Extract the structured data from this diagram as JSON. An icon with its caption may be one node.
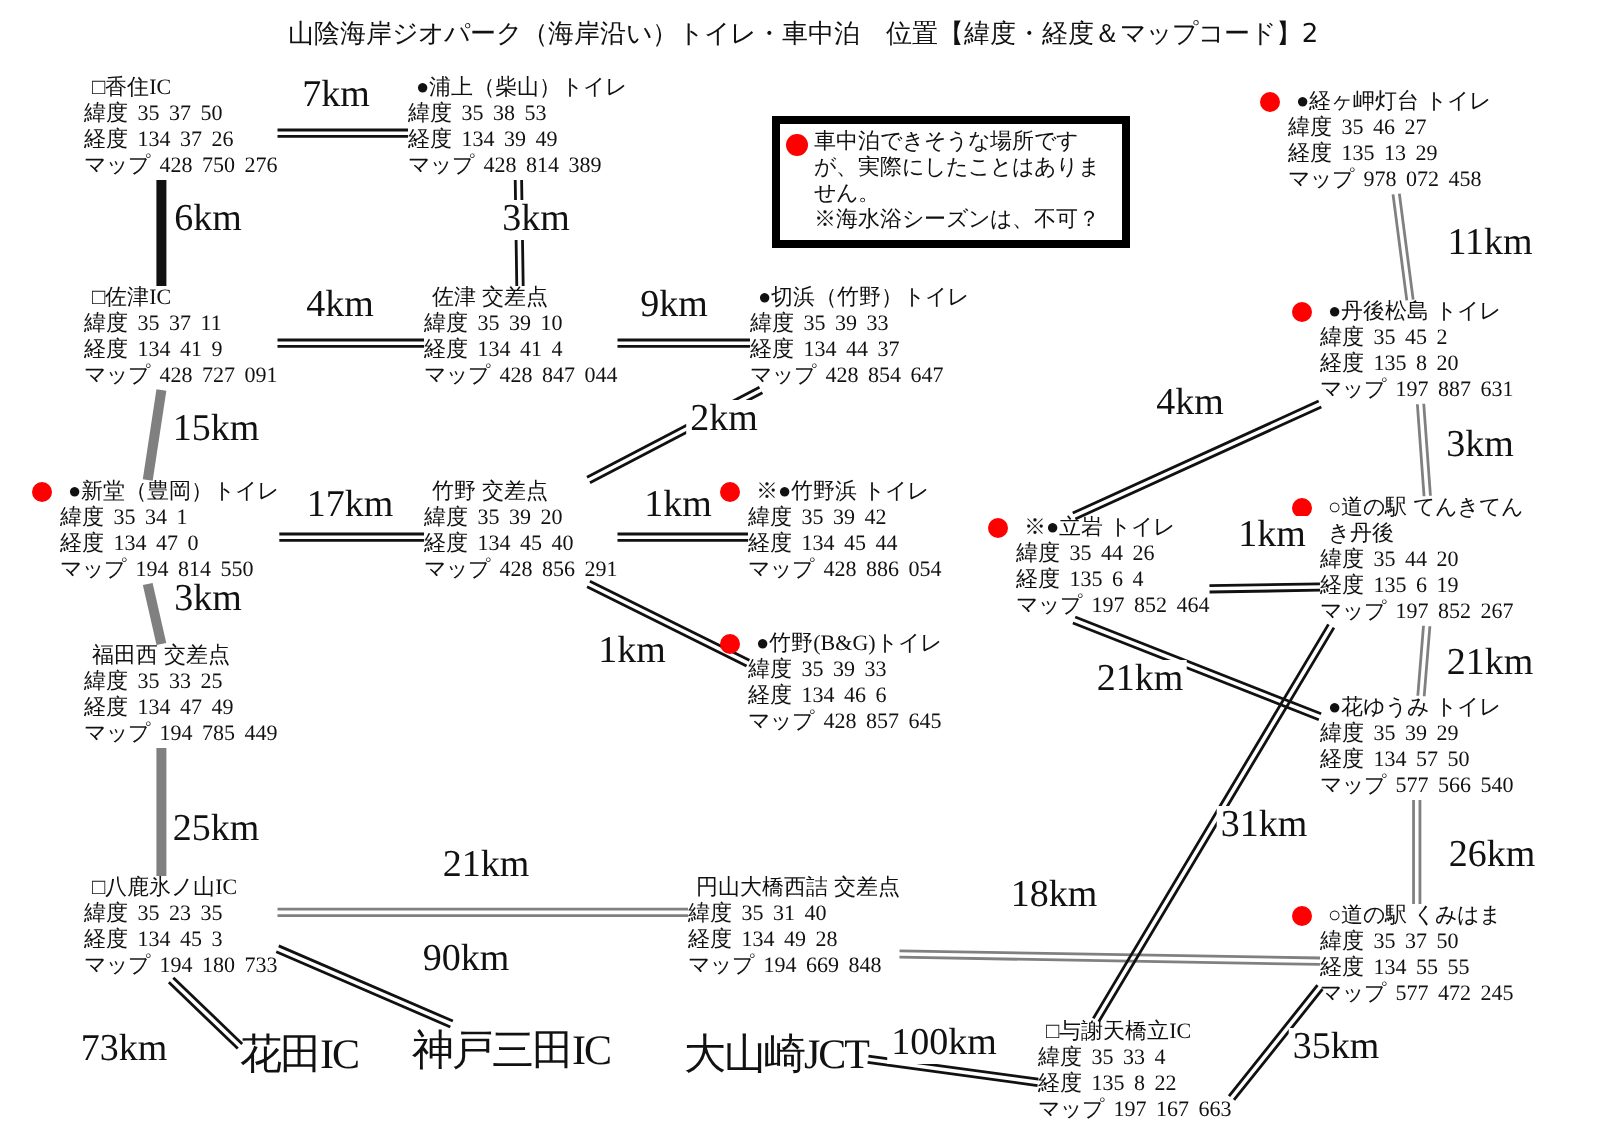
{
  "diagram": {
    "title": "山陰海岸ジオパーク（海岸沿い）トイレ・車中泊　位置【緯度・経度＆マップコード】2",
    "nodes": [
      {
        "text": [
          "□香住IC",
          "緯度 35 37 50",
          "経度 134 37 26",
          "マップ 428 750 276"
        ]
      },
      {
        "text": [
          "●浦上（柴山）トイレ",
          "緯度 35 38 53",
          "経度 134 39 49",
          "マップ 428 814 389"
        ]
      },
      {
        "text": [
          "□佐津IC",
          "緯度 35 37 11",
          "経度 134 41 9",
          "マップ 428 727 091"
        ]
      },
      {
        "text": [
          "佐津 交差点",
          "緯度 35 39 10",
          "経度 134 41 4",
          "マップ 428 847 044"
        ]
      },
      {
        "text": [
          "●切浜（竹野）トイレ",
          "緯度 35 39 33",
          "経度 134 44 37",
          "マップ 428 854 647"
        ]
      },
      {
        "text": [
          "●新堂（豊岡）トイレ",
          "緯度 35 34 1",
          "経度 134 47 0",
          "マップ 194 814 550"
        ]
      },
      {
        "text": [
          "竹野 交差点",
          "緯度 35 39 20",
          "経度 134 45 40",
          "マップ 428 856 291"
        ]
      },
      {
        "text": [
          "※●竹野浜 トイレ",
          "緯度 35 39 42",
          "経度 134 45 44",
          "マップ 428 886 054"
        ]
      },
      {
        "text": [
          "●竹野(B&G)トイレ",
          "緯度 35 39 33",
          "経度 134 46 6",
          "マップ 428 857 645"
        ]
      },
      {
        "text": [
          "福田西 交差点",
          "緯度 35 33 25",
          "経度 134 47 49",
          "マップ 194 785 449"
        ]
      },
      {
        "text": [
          "□八鹿氷ノ山IC",
          "緯度 35 23 35",
          "経度 134 45 3",
          "マップ 194 180 733"
        ]
      },
      {
        "text": [
          "円山大橋西詰 交差点",
          "緯度 35 31 40",
          "経度 134 49 28",
          "マップ 194 669 848"
        ]
      },
      {
        "text": [
          "花田IC"
        ]
      },
      {
        "text": [
          "神戸三田IC"
        ]
      },
      {
        "text": [
          "大山崎JCT"
        ]
      },
      {
        "text": [
          "□与謝天橋立IC",
          "緯度 35 33 4",
          "経度 135 8 22",
          "マップ 197 167 663"
        ]
      },
      {
        "text": [
          "●経ヶ岬灯台 トイレ",
          "緯度 35 46 27",
          "経度 135 13 29",
          "マップ 978 072 458"
        ]
      },
      {
        "text": [
          "●丹後松島 トイレ",
          "緯度 35 45 2",
          "経度 135 8 20",
          "マップ 197 887 631"
        ]
      },
      {
        "text": [
          "※●立岩 トイレ",
          "緯度 35 44 26",
          "経度 135 6 4",
          "マップ 197 852 464"
        ]
      },
      {
        "text": [
          "○道の駅 てんきてんき丹後",
          "緯度 35 44 20",
          "経度 135 6 19",
          "マップ 197 852 267"
        ]
      },
      {
        "text": [
          "●花ゆうみ トイレ",
          "緯度 35 39 29",
          "経度 134 57 50",
          "マップ 577 566 540"
        ]
      },
      {
        "text": [
          "○道の駅 くみはま",
          "緯度 35 37 50",
          "経度 134 55 55",
          "マップ 577 472 245"
        ]
      }
    ],
    "edges": [
      {
        "from": 0,
        "to": 1,
        "arrow": "none",
        "label": "7km"
      },
      {
        "from": 0,
        "to": 2,
        "arrow": "none",
        "label": "6km",
        "style": "thick"
      },
      {
        "from": 2,
        "to": 3,
        "arrow": "none",
        "label": "4km"
      },
      {
        "from": 1,
        "to": 3,
        "arrow": "none",
        "label": "3km"
      },
      {
        "from": 3,
        "to": 4,
        "arrow": "none",
        "label": "9km"
      },
      {
        "from": 4,
        "to": 6,
        "arrow": "none",
        "label": "2km"
      },
      {
        "from": 2,
        "to": 5,
        "arrow": "none",
        "label": "15km",
        "style": "thick",
        "color": "#808080"
      },
      {
        "from": 5,
        "to": 6,
        "arrow": "none",
        "label": "17km"
      },
      {
        "from": 6,
        "to": 7,
        "arrow": "none",
        "label": "1km"
      },
      {
        "from": 6,
        "to": 8,
        "arrow": "none",
        "label": "1km"
      },
      {
        "from": 5,
        "to": 9,
        "arrow": "none",
        "label": "3km",
        "style": "thick",
        "color": "#808080"
      },
      {
        "from": 9,
        "to": 10,
        "arrow": "none",
        "label": "25km",
        "style": "thick",
        "color": "#808080"
      },
      {
        "from": 10,
        "to": 11,
        "arrow": "none",
        "label": "21km",
        "color": "#808080"
      },
      {
        "from": 10,
        "to": 12,
        "arrow": "none",
        "label": "73km"
      },
      {
        "from": 10,
        "to": 13,
        "arrow": "none",
        "label": "90km"
      },
      {
        "from": 14,
        "to": 15,
        "arrow": "none",
        "label": "100km"
      },
      {
        "from": 11,
        "to": 21,
        "arrow": "none",
        "label": "18km",
        "color": "#808080"
      },
      {
        "from": 15,
        "to": 19,
        "arrow": "none",
        "label": "31km"
      },
      {
        "from": 15,
        "to": 21,
        "arrow": "none",
        "label": "35km"
      },
      {
        "from": 16,
        "to": 17,
        "arrow": "none",
        "label": "11km",
        "color": "#808080"
      },
      {
        "from": 17,
        "to": 18,
        "arrow": "none",
        "label": "4km"
      },
      {
        "from": 17,
        "to": 19,
        "arrow": "none",
        "label": "3km",
        "color": "#808080"
      },
      {
        "from": 18,
        "to": 19,
        "arrow": "none",
        "label": "1km"
      },
      {
        "from": 18,
        "to": 20,
        "arrow": "none",
        "label": "21km"
      },
      {
        "from": 19,
        "to": 20,
        "arrow": "none",
        "label": "21km",
        "color": "#808080"
      },
      {
        "from": 20,
        "to": 21,
        "arrow": "none",
        "label": "26km",
        "color": "#808080"
      }
    ],
    "labels": [
      "※海水浴シーズンは、不可？"
    ],
    "legend": [
      {
        "text": "車中泊できそうな場所ですが、実際にしたことはありません。",
        "color": "#ff0000"
      }
    ]
  }
}
